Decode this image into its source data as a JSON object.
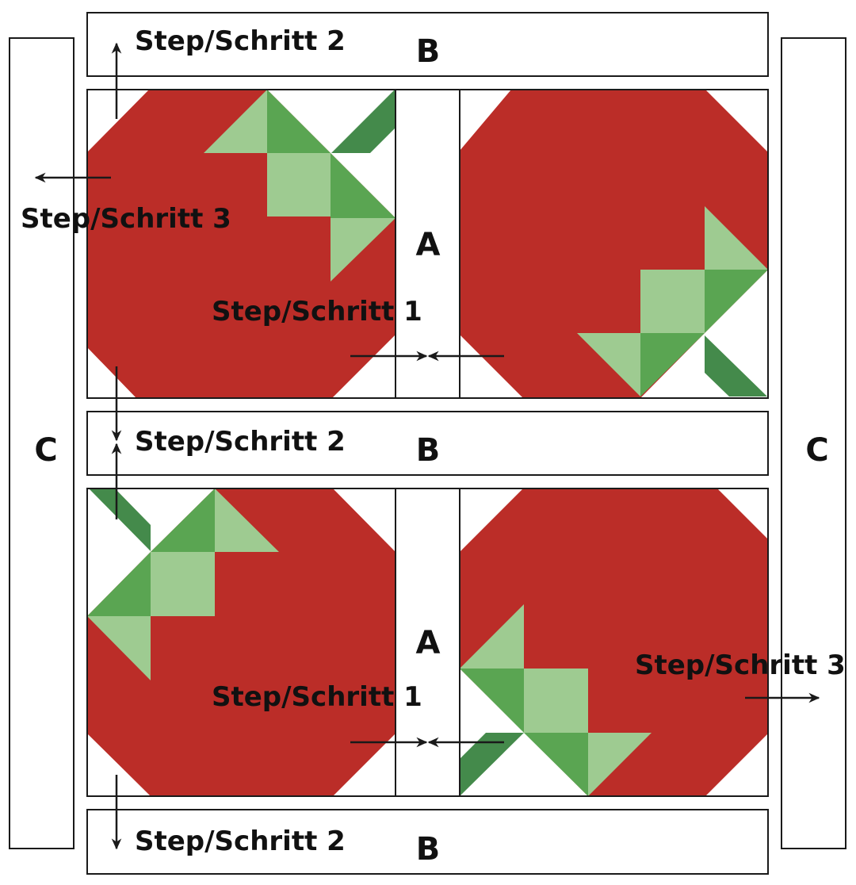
{
  "diagram": {
    "type": "quilt-assembly",
    "colors": {
      "apple_red": "#bb2d28",
      "leaf_light": "#9ecb91",
      "leaf_medium": "#5aa552",
      "stem_dark": "#448a4b",
      "line": "#1a1a1a"
    },
    "pieces": {
      "sashing_a": "A",
      "sashing_b": "B",
      "border_c": "C"
    },
    "steps": {
      "step1": "Step/Schritt 1",
      "step2": "Step/Schritt 2",
      "step3": "Step/Schritt 3"
    }
  }
}
